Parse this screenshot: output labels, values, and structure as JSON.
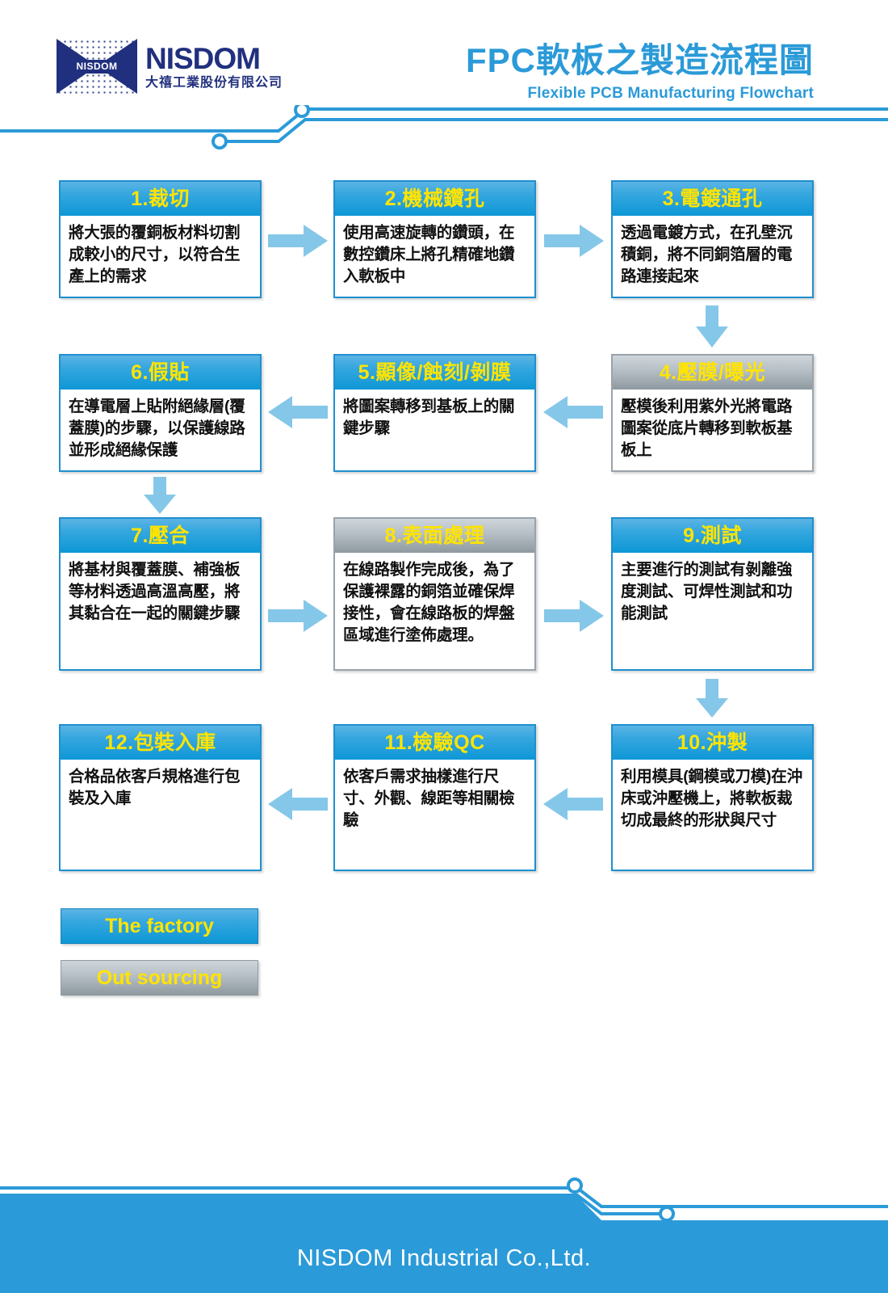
{
  "header": {
    "logo": {
      "mark_text": "NISDOM",
      "name": "NISDOM",
      "chinese_name": "大禧工業股份有限公司"
    },
    "title": "FPC軟板之製造流程圖",
    "subtitle": "Flexible PCB Manufacturing Flowchart",
    "title_color": "#2b9ad8"
  },
  "colors": {
    "accent_blue": "#2b9ad8",
    "header_gradient_top": "#5cb4e4",
    "header_gradient_bottom": "#0d97d6",
    "gray_gradient_top": "#cfd6da",
    "gray_gradient_bottom": "#8e999f",
    "title_yellow": "#ffe400",
    "arrow_blue": "#85c7e8",
    "border_blue": "#1f8fd0",
    "logo_navy": "#21307e"
  },
  "chart_data": {
    "type": "diagram",
    "title": "FPC軟板之製造流程圖",
    "subtitle": "Flexible PCB Manufacturing Flowchart",
    "flow_direction": "boustrophedon (left-to-right, then right-to-left, serpentine)",
    "nodes": [
      {
        "id": 1,
        "title": "1.裁切",
        "body": "將大張的覆銅板材料切割成較小的尺寸，以符合生產上的需求",
        "type": "factory",
        "row": 1,
        "col": 1
      },
      {
        "id": 2,
        "title": "2.機械鑽孔",
        "body": "使用高速旋轉的鑽頭，在數控鑽床上將孔精確地鑽入軟板中",
        "type": "factory",
        "row": 1,
        "col": 2
      },
      {
        "id": 3,
        "title": "3.電鍍通孔",
        "body": "透過電鍍方式，在孔壁沉積銅，將不同銅箔層的電路連接起來",
        "type": "factory",
        "row": 1,
        "col": 3
      },
      {
        "id": 4,
        "title": "4.壓膜/曝光",
        "body": "壓模後利用紫外光將電路圖案從底片轉移到軟板基板上",
        "type": "outsource",
        "row": 2,
        "col": 3
      },
      {
        "id": 5,
        "title": "5.顯像/蝕刻/剝膜",
        "body": "將圖案轉移到基板上的關鍵步驟",
        "type": "factory",
        "row": 2,
        "col": 2
      },
      {
        "id": 6,
        "title": "6.假貼",
        "body": "在導電層上貼附絕緣層(覆蓋膜)的步驟，以保護線路並形成絕緣保護",
        "type": "factory",
        "row": 2,
        "col": 1
      },
      {
        "id": 7,
        "title": "7.壓合",
        "body": "將基材與覆蓋膜、補強板等材料透過高溫高壓，將其黏合在一起的關鍵步驟",
        "type": "factory",
        "row": 3,
        "col": 1
      },
      {
        "id": 8,
        "title": "8.表面處理",
        "body": "在線路製作完成後，為了保護裸露的銅箔並確保焊接性，會在線路板的焊盤區域進行塗佈處理。",
        "type": "outsource",
        "row": 3,
        "col": 2
      },
      {
        "id": 9,
        "title": "9.測試",
        "body": "主要進行的測試有剝離強度測試、可焊性測試和功能測試",
        "type": "factory",
        "row": 3,
        "col": 3
      },
      {
        "id": 10,
        "title": "10.沖製",
        "body": "利用模具(鋼模或刀模)在沖床或沖壓機上，將軟板裁切成最終的形狀與尺寸",
        "type": "factory",
        "row": 4,
        "col": 3
      },
      {
        "id": 11,
        "title": "11.檢驗QC",
        "body": "依客戶需求抽樣進行尺寸、外觀、線距等相關檢驗",
        "type": "factory",
        "row": 4,
        "col": 2
      },
      {
        "id": 12,
        "title": "12.包裝入庫",
        "body": "合格品依客戶規格進行包裝及入庫",
        "type": "factory",
        "row": 4,
        "col": 1
      }
    ],
    "edges": [
      {
        "from": 1,
        "to": 2,
        "direction": "right"
      },
      {
        "from": 2,
        "to": 3,
        "direction": "right"
      },
      {
        "from": 3,
        "to": 4,
        "direction": "down"
      },
      {
        "from": 4,
        "to": 5,
        "direction": "left"
      },
      {
        "from": 5,
        "to": 6,
        "direction": "left"
      },
      {
        "from": 6,
        "to": 7,
        "direction": "down"
      },
      {
        "from": 7,
        "to": 8,
        "direction": "right"
      },
      {
        "from": 8,
        "to": 9,
        "direction": "right"
      },
      {
        "from": 9,
        "to": 10,
        "direction": "down"
      },
      {
        "from": 10,
        "to": 11,
        "direction": "left"
      },
      {
        "from": 11,
        "to": 12,
        "direction": "left"
      }
    ]
  },
  "legend": [
    {
      "label": "The factory",
      "type": "factory"
    },
    {
      "label": "Out sourcing",
      "type": "outsource"
    }
  ],
  "footer": {
    "company": "NISDOM Industrial Co.,Ltd."
  }
}
